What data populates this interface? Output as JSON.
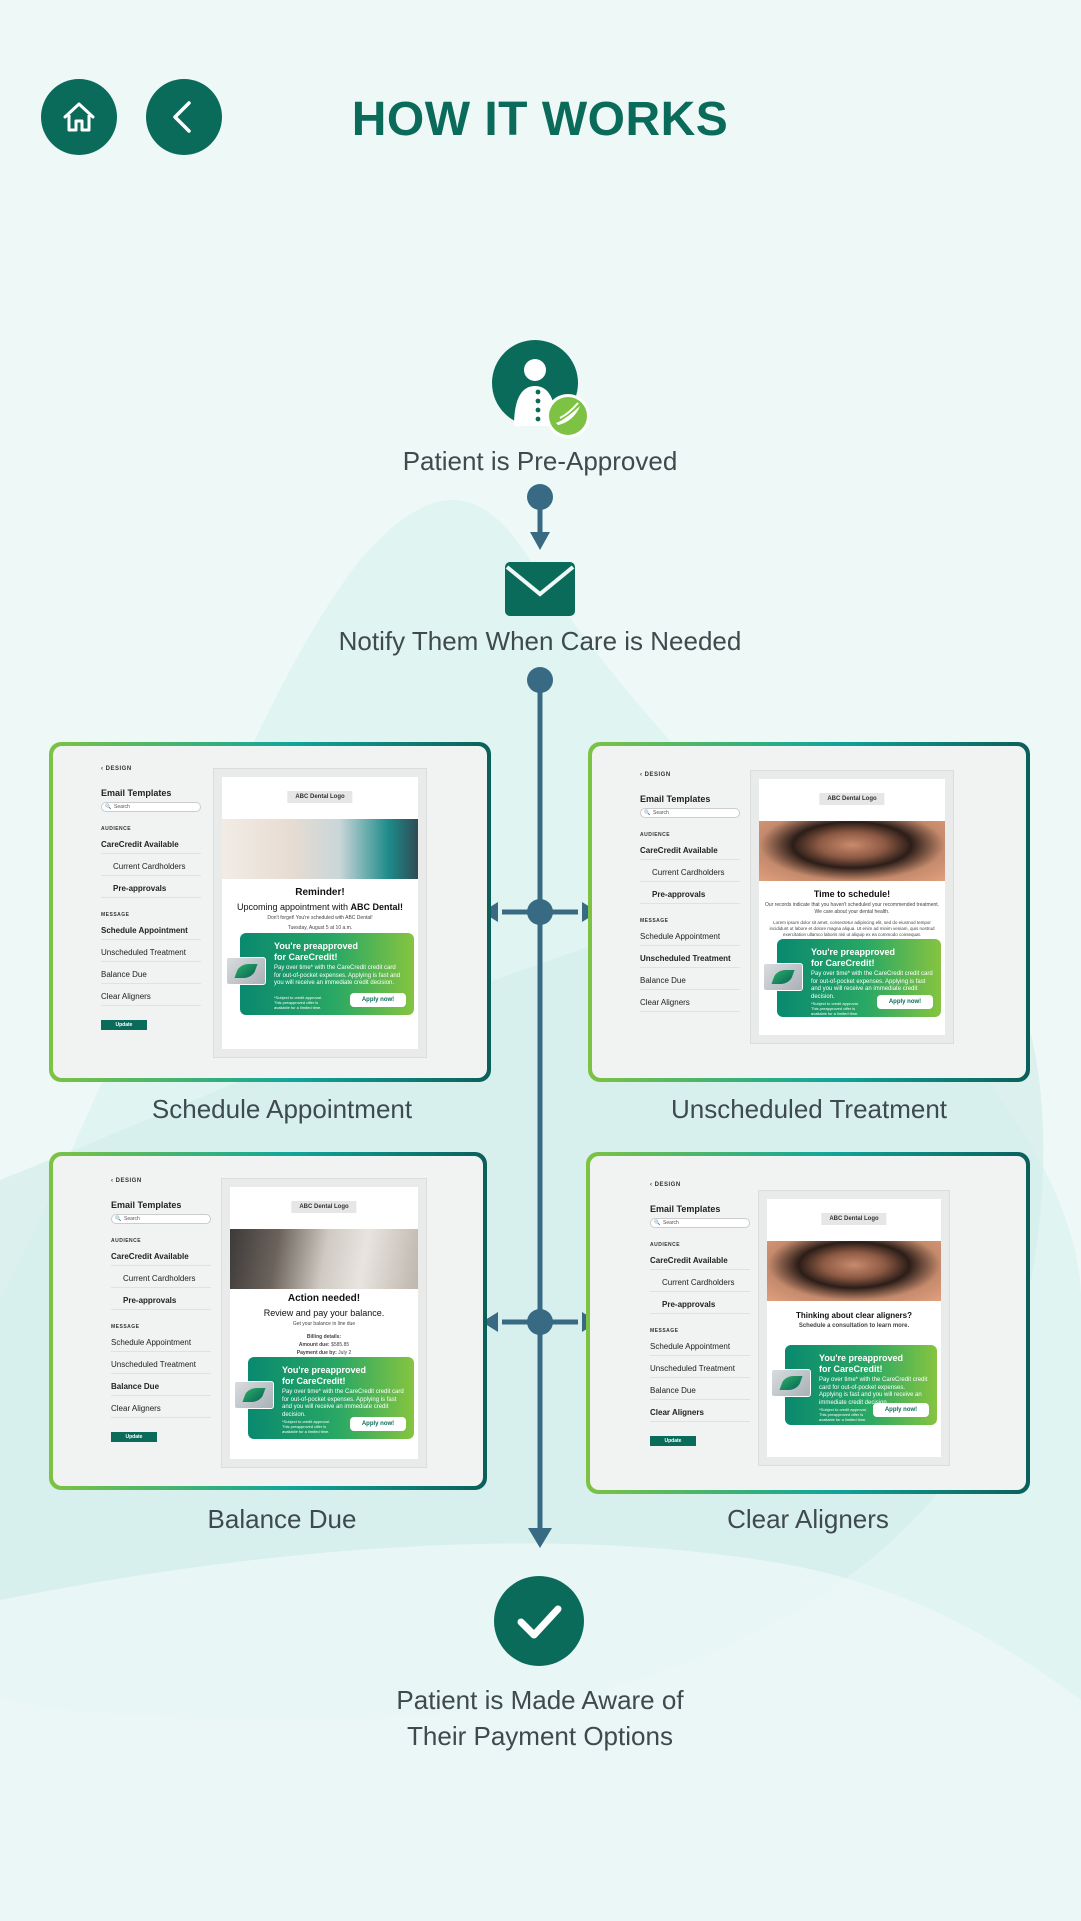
{
  "header": {
    "title": "HOW IT WORKS",
    "home_icon": "home-icon",
    "back_icon": "chevron-left-icon"
  },
  "colors": {
    "brand_green": "#0a6b5a",
    "flow_line": "#386a84",
    "accent_lime": "#7dc243",
    "background": "#eef8f7"
  },
  "flow": {
    "step1": {
      "label": "Patient is Pre-Approved",
      "icon": "person-approved-icon"
    },
    "step2": {
      "label": "Notify Them When Care is Needed",
      "icon": "envelope-icon"
    },
    "final": {
      "label_line1": "Patient is Made Aware of",
      "label_line2": "Their Payment Options",
      "icon": "checkmark-icon"
    }
  },
  "templates": [
    {
      "label": "Schedule Appointment",
      "sidebar": {
        "design": "DESIGN",
        "title": "Email Templates",
        "search": "Search",
        "audience": "AUDIENCE",
        "aud_items": [
          "CareCredit Available",
          "Current Cardholders",
          "Pre-approvals"
        ],
        "message": "MESSAGE",
        "msg_items": [
          "Schedule Appointment",
          "Unscheduled Treatment",
          "Balance Due",
          "Clear Aligners"
        ],
        "update": "Update"
      },
      "email": {
        "logo": "ABC Dental Logo",
        "h1": "Reminder!",
        "h2_pre": "Upcoming appointment with ",
        "h2_bold": "ABC Dental!",
        "h3": "Don't forget! You're scheduled with ABC Dental!",
        "h4": "Tuesday, August 5 at 10 a.m.",
        "banner_title1": "You're preapproved",
        "banner_title2": "for CareCredit!",
        "banner_body": "Pay over time* with the CareCredit credit card for out-of-pocket expenses. Applying is fast and you will receive an immediate credit decision.",
        "banner_small": "*Subject to credit approval. This preapproved offer is available for a limited time.",
        "apply": "Apply now!"
      }
    },
    {
      "label": "Unscheduled Treatment",
      "sidebar": {
        "design": "DESIGN",
        "title": "Email Templates",
        "search": "Search",
        "audience": "AUDIENCE",
        "aud_items": [
          "CareCredit Available",
          "Current Cardholders",
          "Pre-approvals"
        ],
        "message": "MESSAGE",
        "msg_items": [
          "Schedule Appointment",
          "Unscheduled Treatment",
          "Balance Due",
          "Clear Aligners"
        ]
      },
      "email": {
        "logo": "ABC Dental Logo",
        "h1": "Time to schedule!",
        "h2": "Our records indicate that you haven't scheduled your recommended treatment. We care about your dental health.",
        "h3": "Lorem ipsum dolor sit amet, consectetur adipiscing elit, sed do eiusmod tempor incididunt ut labore et dolore magna aliqua. Ut enim ad minim veniam, quis nostrud exercitation ullamco laboris nisi ut aliquip ex ea commodo consequat.",
        "banner_title1": "You're preapproved",
        "banner_title2": "for CareCredit!",
        "banner_body": "Pay over time* with the CareCredit credit card for out-of-pocket expenses. Applying is fast and you will receive an immediate credit decision.",
        "banner_small": "*Subject to credit approval. This preapproved offer is available for a limited time.",
        "apply": "Apply now!"
      }
    },
    {
      "label": "Balance Due",
      "sidebar": {
        "design": "DESIGN",
        "title": "Email Templates",
        "search": "Search",
        "audience": "AUDIENCE",
        "aud_items": [
          "CareCredit Available",
          "Current Cardholders",
          "Pre-approvals"
        ],
        "message": "MESSAGE",
        "msg_items": [
          "Schedule Appointment",
          "Unscheduled Treatment",
          "Balance Due",
          "Clear Aligners"
        ],
        "update": "Update"
      },
      "email": {
        "logo": "ABC Dental Logo",
        "h1": "Action needed!",
        "h2": "Review and pay your balance.",
        "h3": "Get your balance in line due",
        "billing": "Billing details:",
        "amount_label": "Amount due:",
        "amount": "$585.85",
        "payment_label": "Payment due by:",
        "payment": "July 2",
        "banner_title1": "You're preapproved",
        "banner_title2": "for CareCredit!",
        "banner_body": "Pay over time* with the CareCredit credit card for out-of-pocket expenses. Applying is fast and you will receive an immediate credit decision.",
        "banner_small": "*Subject to credit approval. This preapproved offer is available for a limited time.",
        "apply": "Apply now!"
      }
    },
    {
      "label": "Clear Aligners",
      "sidebar": {
        "design": "DESIGN",
        "title": "Email Templates",
        "search": "Search",
        "audience": "AUDIENCE",
        "aud_items": [
          "CareCredit Available",
          "Current Cardholders",
          "Pre-approvals"
        ],
        "message": "MESSAGE",
        "msg_items": [
          "Schedule Appointment",
          "Unscheduled Treatment",
          "Balance Due",
          "Clear Aligners"
        ],
        "update": "Update"
      },
      "email": {
        "logo": "ABC Dental Logo",
        "h1": "Thinking about clear aligners?",
        "h2": "Schedule a consultation to learn more.",
        "banner_title1": "You're preapproved",
        "banner_title2": "for CareCredit!",
        "banner_body": "Pay over time* with the CareCredit credit card for out-of-pocket expenses. Applying is fast and you will receive an immediate credit decision.",
        "banner_small": "*Subject to credit approval. This preapproved offer is available for a limited time.",
        "apply": "Apply now!"
      }
    }
  ]
}
